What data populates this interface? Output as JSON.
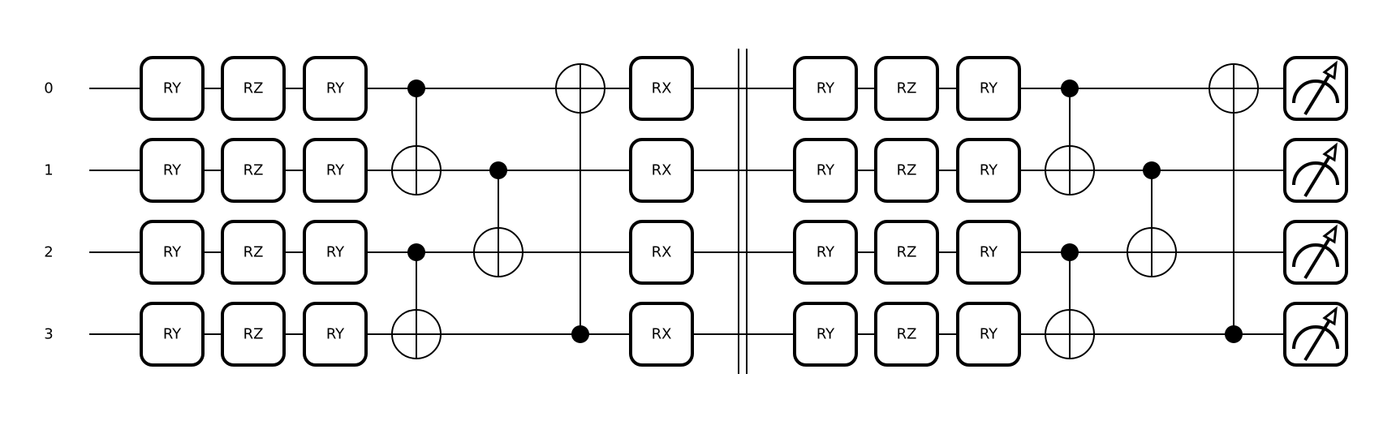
{
  "diagram": {
    "type": "quantum-circuit",
    "qubit_labels": [
      "0",
      "1",
      "2",
      "3"
    ],
    "columns": [
      {
        "kind": "rotation",
        "label": "RY",
        "qubits": [
          0,
          1,
          2,
          3
        ]
      },
      {
        "kind": "rotation",
        "label": "RZ",
        "qubits": [
          0,
          1,
          2,
          3
        ]
      },
      {
        "kind": "rotation",
        "label": "RY",
        "qubits": [
          0,
          1,
          2,
          3
        ]
      },
      {
        "kind": "cnot-pair",
        "pairs": [
          {
            "control": 0,
            "target": 1
          },
          {
            "control": 2,
            "target": 3
          }
        ]
      },
      {
        "kind": "cnot",
        "pairs": [
          {
            "control": 1,
            "target": 2
          }
        ]
      },
      {
        "kind": "cnot",
        "pairs": [
          {
            "control": 3,
            "target": 0
          }
        ]
      },
      {
        "kind": "rotation",
        "label": "RX",
        "qubits": [
          0,
          1,
          2,
          3
        ]
      },
      {
        "kind": "barrier"
      },
      {
        "kind": "rotation",
        "label": "RY",
        "qubits": [
          0,
          1,
          2,
          3
        ]
      },
      {
        "kind": "rotation",
        "label": "RZ",
        "qubits": [
          0,
          1,
          2,
          3
        ]
      },
      {
        "kind": "rotation",
        "label": "RY",
        "qubits": [
          0,
          1,
          2,
          3
        ]
      },
      {
        "kind": "cnot-pair",
        "pairs": [
          {
            "control": 0,
            "target": 1
          },
          {
            "control": 2,
            "target": 3
          }
        ]
      },
      {
        "kind": "cnot",
        "pairs": [
          {
            "control": 1,
            "target": 2
          }
        ]
      },
      {
        "kind": "cnot",
        "pairs": [
          {
            "control": 3,
            "target": 0
          }
        ]
      },
      {
        "kind": "measure",
        "qubits": [
          0,
          1,
          2,
          3
        ]
      }
    ]
  }
}
